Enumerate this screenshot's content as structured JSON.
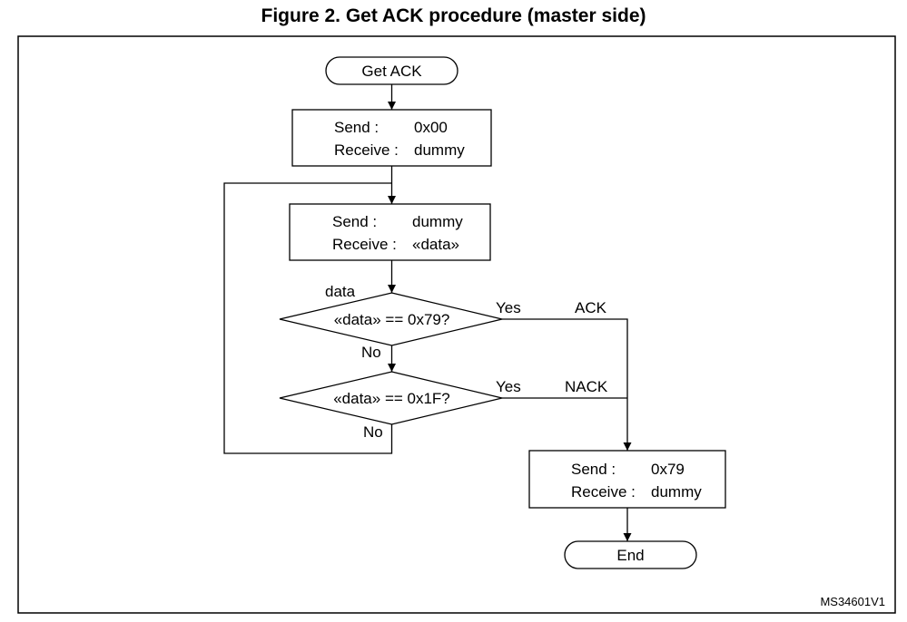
{
  "title": "Figure 2. Get ACK procedure (master side)",
  "start": "Get ACK",
  "box1": {
    "send_label": "Send :",
    "send_value": "0x00",
    "recv_label": "Receive :",
    "recv_value": "dummy"
  },
  "box2": {
    "send_label": "Send :",
    "send_value": "dummy",
    "recv_label": "Receive :",
    "recv_value": "«data»"
  },
  "data_label": "data",
  "decision1": {
    "text": "«data» == 0x79?",
    "yes": "Yes",
    "no": "No",
    "result": "ACK"
  },
  "decision2": {
    "text": "«data» == 0x1F?",
    "yes": "Yes",
    "no": "No",
    "result": "NACK"
  },
  "box3": {
    "send_label": "Send :",
    "send_value": "0x79",
    "recv_label": "Receive :",
    "recv_value": "dummy"
  },
  "end": "End",
  "ref": "MS34601V1"
}
